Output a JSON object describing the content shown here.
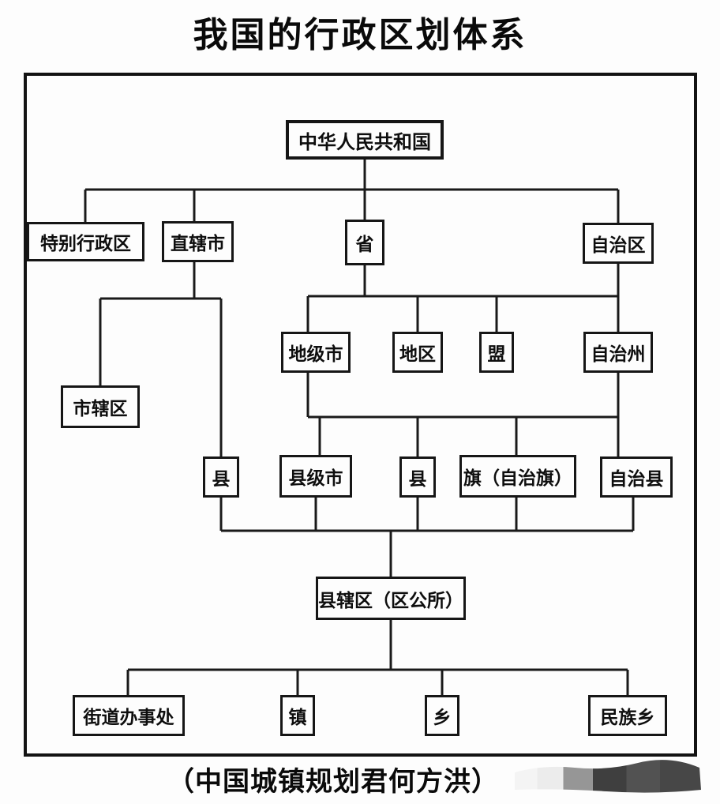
{
  "title": "我国的行政区划体系",
  "caption": "（中国城镇规划君何方洪）",
  "colors": {
    "line": "#1a1a1a",
    "background": "#fdfdfd",
    "text": "#0e0e0e"
  },
  "nodes": {
    "prc": {
      "label": "中华人民共和国"
    },
    "sar": {
      "label": "特别行政区"
    },
    "zxs": {
      "label": "直辖市"
    },
    "sheng": {
      "label": "省"
    },
    "zzq": {
      "label": "自治区"
    },
    "djs": {
      "label": "地级市"
    },
    "dq": {
      "label": "地区"
    },
    "meng": {
      "label": "盟"
    },
    "zzz": {
      "label": "自治州"
    },
    "sxq": {
      "label": "市辖区"
    },
    "xian1": {
      "label": "县"
    },
    "xjs": {
      "label": "县级市"
    },
    "xian2": {
      "label": "县"
    },
    "qi": {
      "label": "旗（自治旗）"
    },
    "zzx": {
      "label": "自治县"
    },
    "xiaxq": {
      "label": "县辖区（区公所）"
    },
    "jdbsc": {
      "label": "街道办事处"
    },
    "zhen": {
      "label": "镇"
    },
    "xiang": {
      "label": "乡"
    },
    "mzx": {
      "label": "民族乡"
    }
  }
}
